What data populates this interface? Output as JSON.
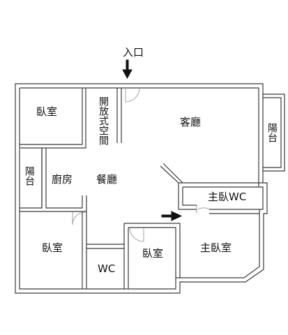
{
  "floorplan": {
    "entrance": "入口",
    "rooms": {
      "bedroom_top_left": "臥室",
      "open_study": "開放式空間",
      "living_room": "客廳",
      "balcony_right": "陽台",
      "balcony_left": "陽台",
      "kitchen": "廚房",
      "dining_room": "餐廳",
      "master_wc": "主臥WC",
      "bedroom_bottom_left": "臥室",
      "wc": "WC",
      "bedroom_bottom_middle": "臥室",
      "master_bedroom": "主臥室"
    }
  }
}
